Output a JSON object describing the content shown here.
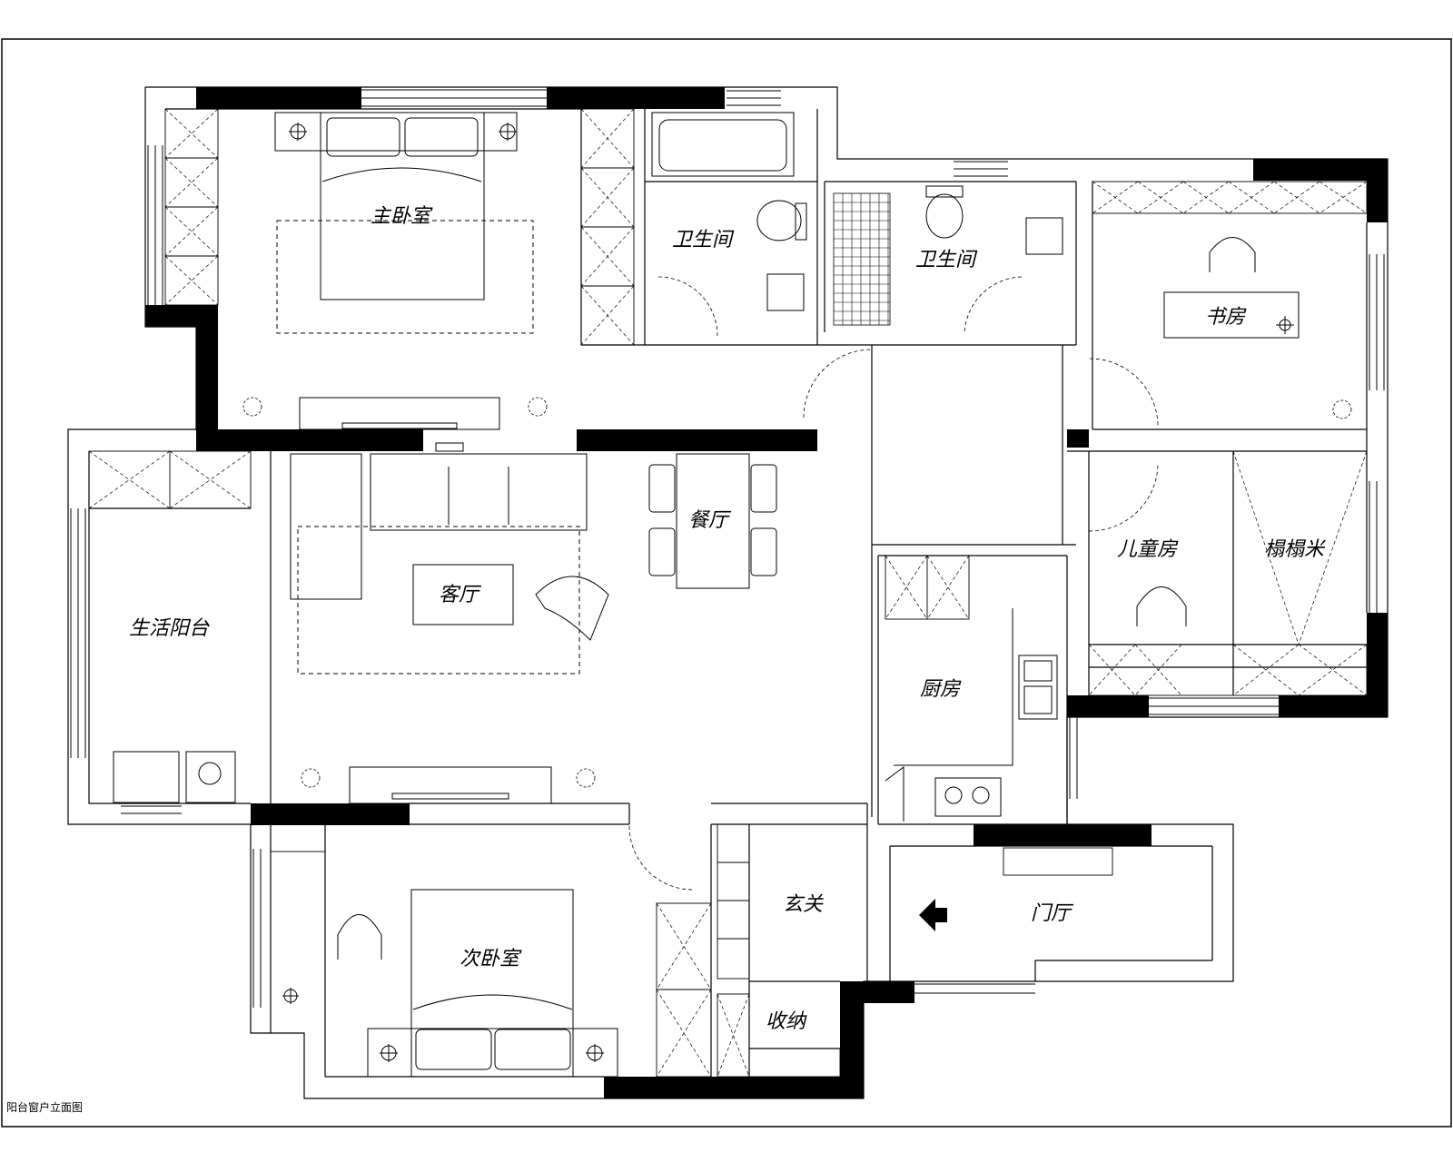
{
  "rooms": {
    "master_bedroom": "主卧室",
    "bathroom_1": "卫生间",
    "bathroom_2": "卫生间",
    "study": "书房",
    "dining": "餐厅",
    "living": "客厅",
    "balcony": "生活阳台",
    "kids_room": "儿童房",
    "tatami": "榻榻米",
    "kitchen": "厨房",
    "foyer": "玄关",
    "entrance_hall": "门厅",
    "second_bedroom": "次卧室",
    "storage": "收纳"
  },
  "caption": "阳台窗户立面图",
  "colors": {
    "wall": "#000000",
    "line": "#000000",
    "background": "#ffffff"
  },
  "icons": [
    "entry-arrow-icon",
    "ceiling-light-icon",
    "downlight-icon"
  ]
}
